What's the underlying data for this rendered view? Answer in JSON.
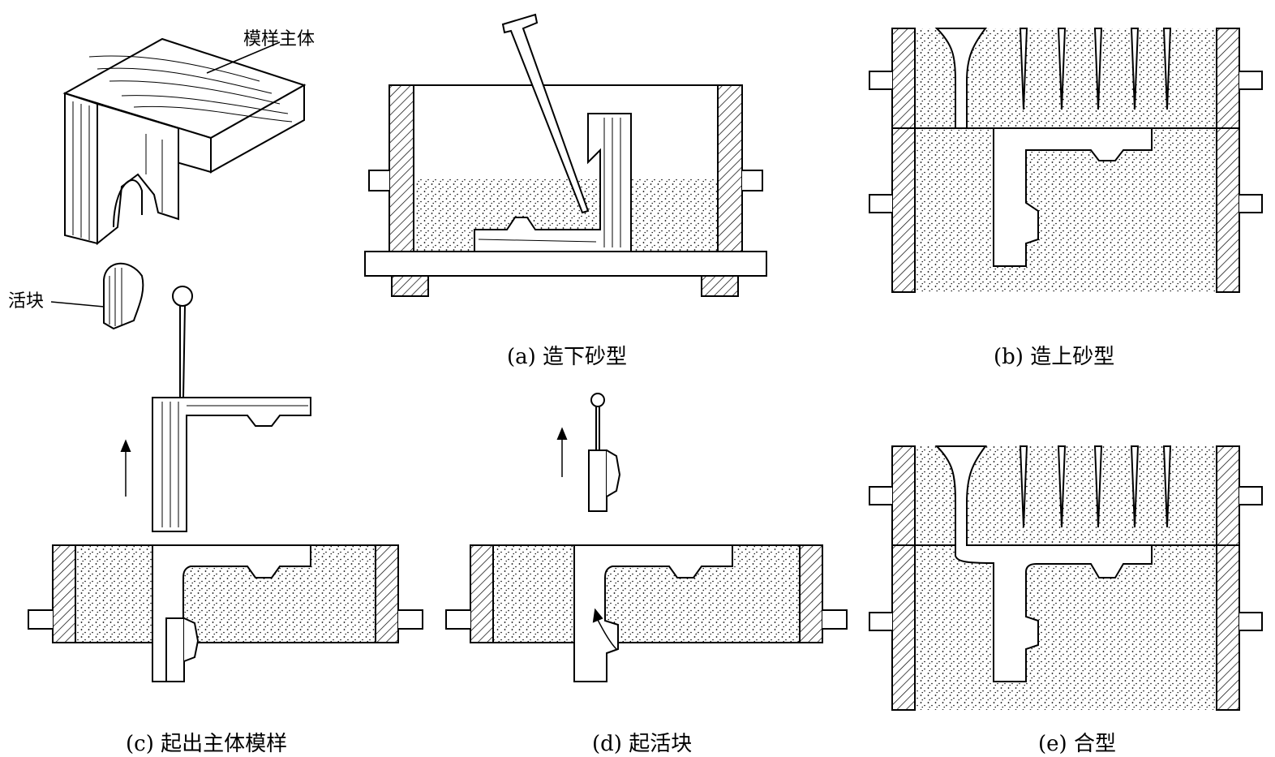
{
  "labels": {
    "pattern_main": "模样主体",
    "loose_piece": "活块"
  },
  "captions": {
    "a": "(a) 造下砂型",
    "b": "(b) 造上砂型",
    "c": "(c) 起出主体模样",
    "d": "(d) 起活块",
    "e": "(e) 合型"
  },
  "colors": {
    "line": "#000000",
    "sand_dot": "#000000",
    "background": "#ffffff"
  }
}
